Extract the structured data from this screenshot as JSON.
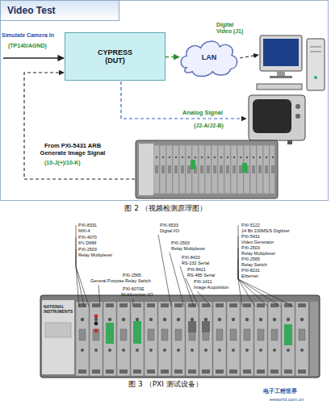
{
  "diagram": {
    "title": "Video Test",
    "nodes": [
      {
        "text": [
          "CYPRESS (DUT)"
        ]
      },
      {
        "text": [
          "LAN"
        ]
      }
    ],
    "edges": [
      {
        "from": 0,
        "to": 1,
        "arrow": "to"
      }
    ],
    "labels": [
      "Simulate Camera In",
      "(TP140/AGND)",
      "Digital Video (J1)",
      "Analog Signal",
      "(J2-A/J2-B)",
      "From PXI-5431 ARB Generate Image Signal",
      "(10-J(+)/10-K)",
      "图 2 （视频检测原理图）",
      "PXI-8331",
      "MXI-4",
      "PXI-4070",
      "6½ DMM",
      "PXI-2503",
      "Relay Multiplexer",
      "PXI-2565",
      "General Purpose Relay Switch",
      "PXI-6070E",
      "Multifunction I/O",
      "PXI-6533",
      "Digital I/O",
      "PXI-2503",
      "Relay Multiplexer",
      "PXI-8420",
      "RS-232 Serial",
      "PXI-8421",
      "RS-485 Serial",
      "PXI-1411",
      "Image Acquisition",
      "PXI-5122",
      "14 Bit 100MS/S Digitizer",
      "PXI-5431",
      "Video Generator",
      "PXI-2503",
      "Relay Multiplexer",
      "PXI-2565",
      "Relay Switch",
      "PXI-8231",
      "Ethernet",
      "NATIONAL INSTRUMENTS",
      "图 3 （PXI 测试设备）",
      "电子工程世界",
      "eeworld.com.cn"
    ]
  }
}
